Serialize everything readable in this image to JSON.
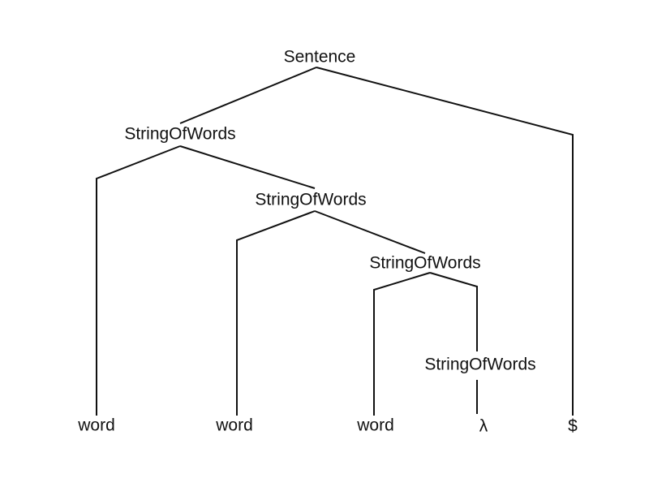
{
  "diagram": {
    "root": "Sentence",
    "nodes": {
      "sentence": "Sentence",
      "sow_1": "StringOfWords",
      "sow_2": "StringOfWords",
      "sow_3": "StringOfWords",
      "sow_4": "StringOfWords",
      "word_1": "word",
      "word_2": "word",
      "word_3": "word",
      "lambda": "λ",
      "end_marker": "$"
    },
    "edges": [
      [
        "sentence",
        "sow_1"
      ],
      [
        "sentence",
        "end_marker"
      ],
      [
        "sow_1",
        "word_1"
      ],
      [
        "sow_1",
        "sow_2"
      ],
      [
        "sow_2",
        "word_2"
      ],
      [
        "sow_2",
        "sow_3"
      ],
      [
        "sow_3",
        "word_3"
      ],
      [
        "sow_3",
        "sow_4"
      ],
      [
        "sow_4",
        "lambda"
      ]
    ]
  }
}
